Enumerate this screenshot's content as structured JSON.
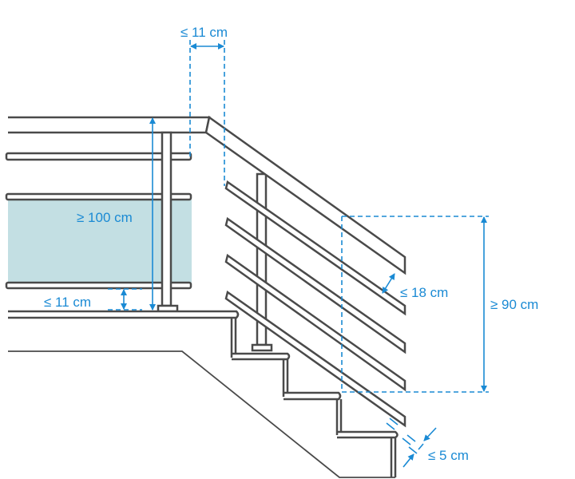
{
  "title": "Railing dimension requirements",
  "colors": {
    "line": "#4a4a4a",
    "dimension": "#1a8ad4",
    "glass": "#c3dfe3"
  },
  "labels": {
    "baluster_gap_top": "≤ 11 cm",
    "landing_height": "≥ 100 cm",
    "bottom_gap_landing": "≤ 11 cm",
    "rail_spacing": "≤ 18 cm",
    "stair_height": "≥ 90 cm",
    "nosing_gap": "≤ 5 cm"
  }
}
